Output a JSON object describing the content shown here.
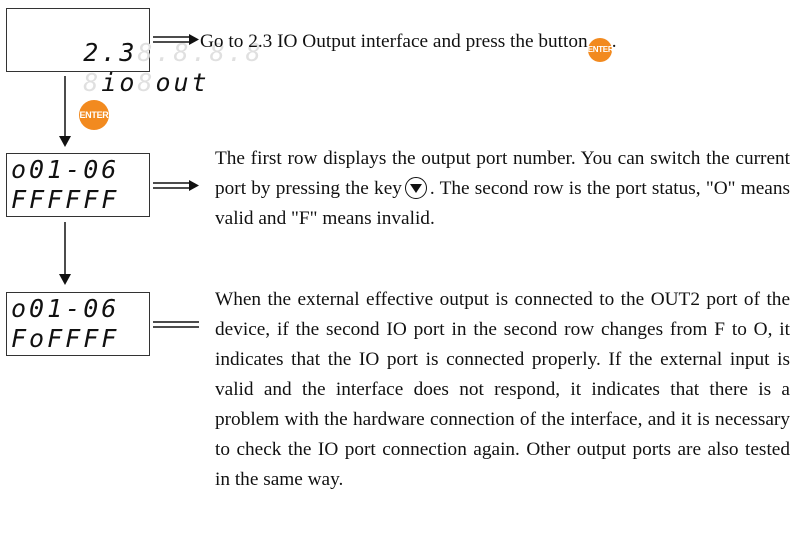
{
  "lcd_step1": {
    "row1": "2.3",
    "row1_ghost": "8.8.8.8",
    "row2a": "io",
    "row2b": "out"
  },
  "lcd_step2": {
    "row1": "o01-06",
    "row2": "FFFFFF"
  },
  "lcd_step3": {
    "row1": "o01-06",
    "row2": "FoFFFF"
  },
  "enter_button": {
    "label": "ENTER",
    "color": "#f28a1f"
  },
  "step1_text": {
    "before": "Go to 2.3 IO Output interface and press the button",
    "after": "."
  },
  "step2_text": {
    "before": "The first row displays the output port number. You can switch the current port by pressing the key",
    "after": ". The second row is the port status, \"O\" means valid and \"F\" means invalid."
  },
  "step3_text": "When the external effective output is connected to the OUT2 port of the device, if the second IO port in the second row changes from F to O, it indicates that the IO port is connected properly. If the external input is valid and the interface does not respond, it indicates that there is a problem with the hardware connection of the interface, and it is necessary to check the IO port connection again. Other output ports are also tested in the same way."
}
